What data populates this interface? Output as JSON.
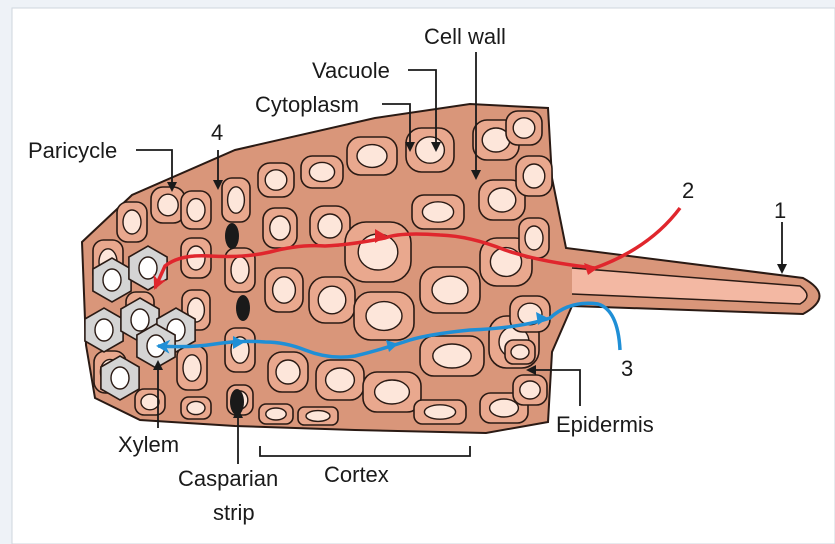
{
  "labels": {
    "cell_wall": "Cell wall",
    "vacuole": "Vacuole",
    "cytoplasm": "Cytoplasm",
    "paricycle": "Paricycle",
    "xylem": "Xylem",
    "casparian_1": "Casparian",
    "casparian_2": "strip",
    "cortex": "Cortex",
    "epidermis": "Epidermis"
  },
  "markers": {
    "m1": "1",
    "m2": "2",
    "m3": "3",
    "m4": "4"
  },
  "colors": {
    "tissue": "#d9967a",
    "cell": "#e9a88e",
    "vacuole": "#fde6da",
    "xylem": "#d4d4d4",
    "outline": "#2a1a14",
    "path_red": "#e0262d",
    "path_blue": "#1f8fd6"
  }
}
